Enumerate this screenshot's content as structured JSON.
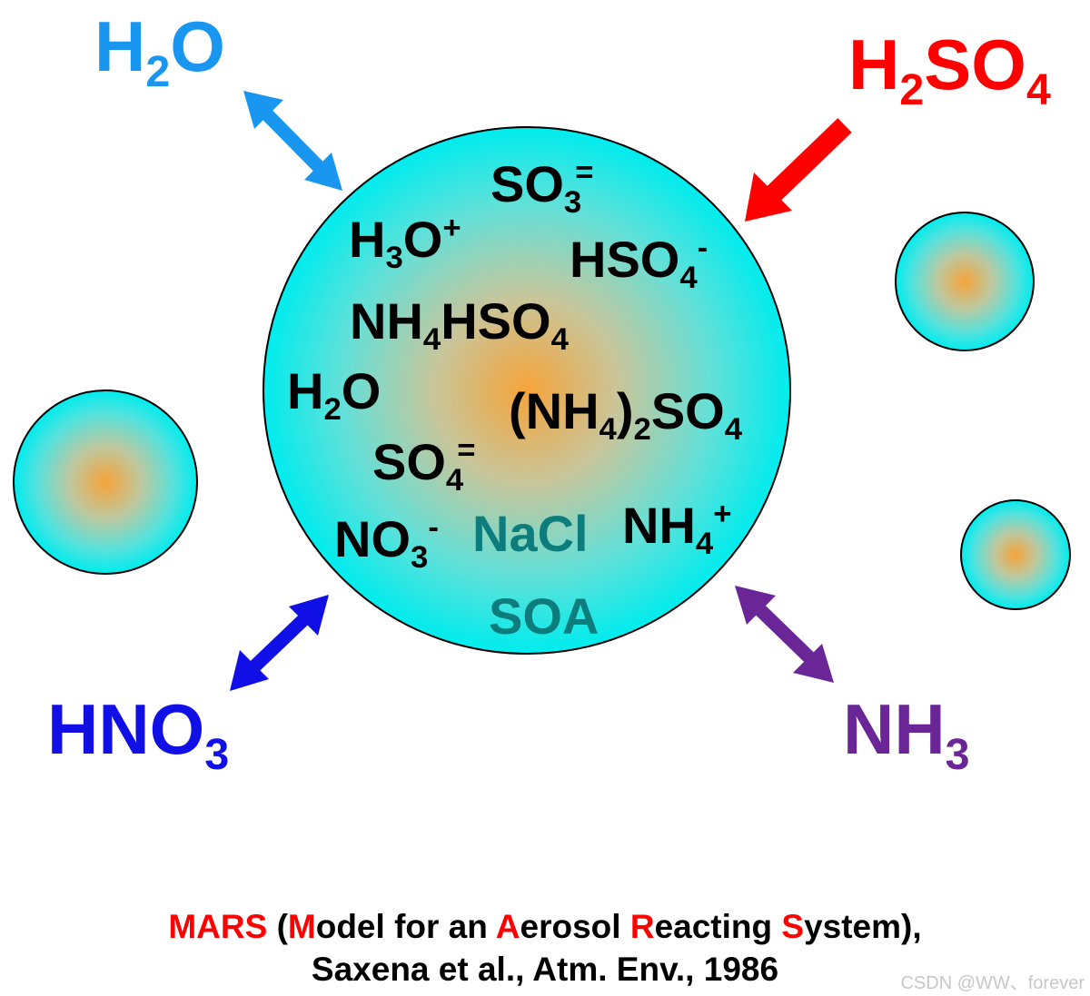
{
  "colors": {
    "water": "#1996f0",
    "sulfuric": "#ff0000",
    "nitric": "#1010e6",
    "ammonia": "#6a2596",
    "particle_edge": "#00ecee",
    "particle_core": "#f6a43a",
    "nacl": "#0c7c7c",
    "caption_highlight": "#ff0000"
  },
  "gases": {
    "h2o": {
      "main": "H",
      "sub": "2",
      "tail": "O"
    },
    "h2so4": {
      "main": "H",
      "sub1": "2",
      "mid": "SO",
      "sub2": "4"
    },
    "hno3": {
      "main": "HNO",
      "sub": "3"
    },
    "nh3": {
      "main": "NH",
      "sub": "3"
    }
  },
  "species": {
    "so3": {
      "main": "SO",
      "sub": "3",
      "sup": "="
    },
    "h3o": {
      "main": "H",
      "sub": "3",
      "tail": "O",
      "sup": "+"
    },
    "hso4": {
      "main": "HSO",
      "sub": "4",
      "sup": "-"
    },
    "nh4hso4": {
      "a": "NH",
      "sub1": "4",
      "b": "HSO",
      "sub2": "4"
    },
    "h2o": {
      "main": "H",
      "sub": "2",
      "tail": "O"
    },
    "nh42so4": {
      "a": "(NH",
      "sub1": "4",
      "b": ")",
      "sub2": "2",
      "c": "SO",
      "sub3": "4"
    },
    "so4": {
      "main": "SO",
      "sub": "4",
      "sup": "="
    },
    "no3": {
      "main": "NO",
      "sub": "3",
      "sup": "-"
    },
    "nacl": "NaCl",
    "nh4": {
      "main": "NH",
      "sub": "4",
      "sup": "+"
    },
    "soa": "SOA"
  },
  "caption": {
    "line1": {
      "mars": "MARS",
      "p1": " (",
      "m": "M",
      "p2": "odel for an ",
      "a": "A",
      "p3": "erosol ",
      "r": "R",
      "p4": "eacting ",
      "s": "S",
      "p5": "ystem),"
    },
    "line2": "Saxena et al., Atm. Env., 1986"
  },
  "watermark": "CSDN @WW、forever"
}
